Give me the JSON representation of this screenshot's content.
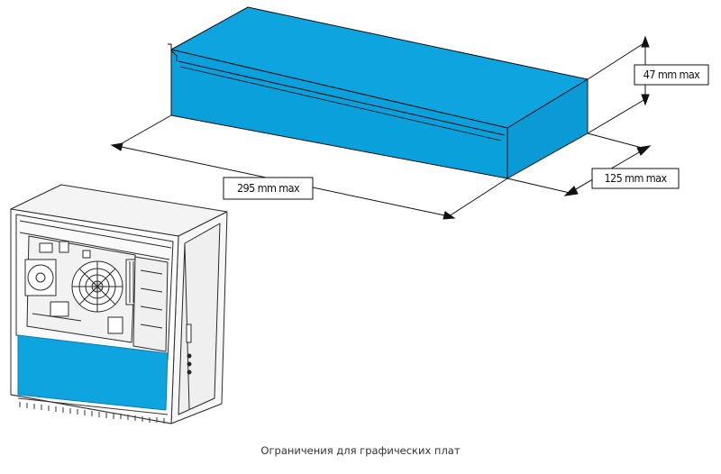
{
  "diagram": {
    "dimensions": {
      "height_label": "47 mm max",
      "depth_label": "125 mm max",
      "length_label": "295 mm max"
    },
    "caption": "Ограничения для графических плат",
    "colors": {
      "gpu_volume": "#0ea4e0",
      "line": "#111111",
      "case_outline": "#2a2a2a"
    }
  }
}
